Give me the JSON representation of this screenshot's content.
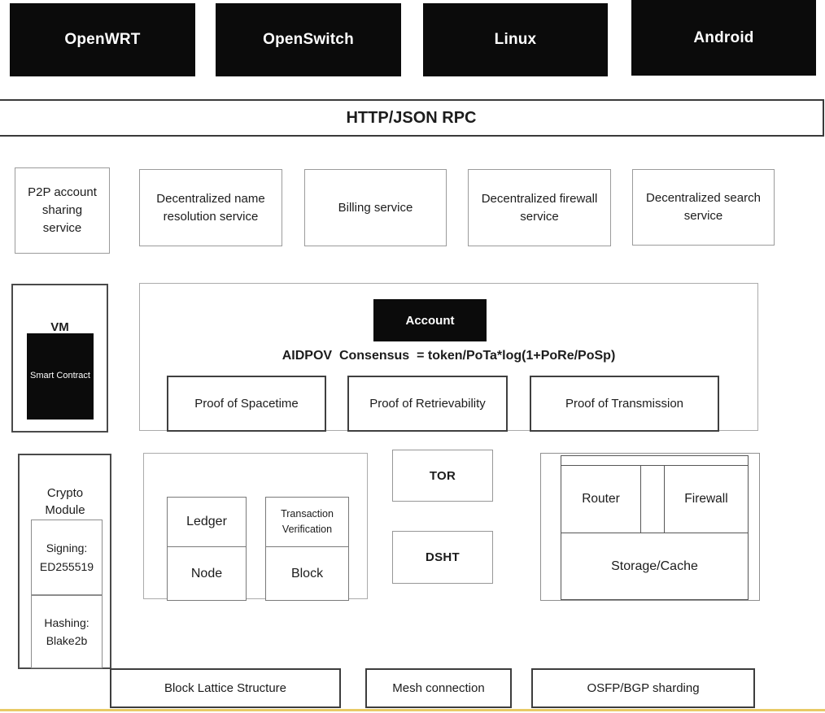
{
  "diagram": {
    "platforms": [
      "OpenWRT",
      "OpenSwitch",
      "Linux",
      "Android"
    ],
    "rpc_label": "HTTP/JSON RPC",
    "services": [
      "P2P account sharing service",
      "Decentralized name resolution service",
      "Billing service",
      "Decentralized firewall service",
      "Decentralized search service"
    ],
    "vm": {
      "title": "VM",
      "smart_contract": "Smart Contract"
    },
    "consensus": {
      "account": "Account",
      "formula": "AIDPOV  Consensus  = token/PoTa*log(1+PoRe/PoSp)",
      "proofs": [
        "Proof of Spacetime",
        "Proof of Retrievability",
        "Proof of Transmission"
      ]
    },
    "crypto_module": {
      "title": "Crypto Module",
      "signing_label": "Signing:",
      "signing_value": "ED255519",
      "hashing_label": "Hashing:",
      "hashing_value": "Blake2b"
    },
    "ledger_group": {
      "ledger": "Ledger",
      "transaction_verification": "Transaction Verification",
      "node": "Node",
      "block": "Block"
    },
    "tor": "TOR",
    "dsht": "DSHT",
    "network": {
      "router": "Router",
      "firewall": "Firewall",
      "storage": "Storage/Cache"
    },
    "bottom": [
      "Block Lattice Structure",
      "Mesh connection",
      "OSFP/BGP sharding"
    ]
  },
  "colors": {
    "box_black": "#0b0b0b",
    "accent_line": "#e8ca65"
  }
}
